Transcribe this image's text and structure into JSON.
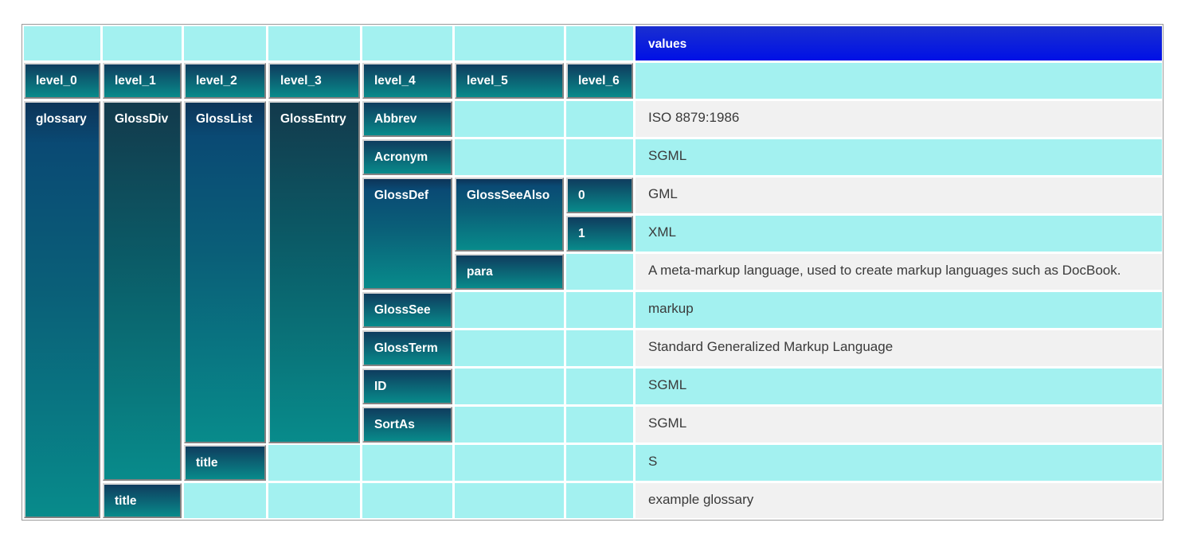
{
  "header": {
    "values_label": "values",
    "levels": [
      "level_0",
      "level_1",
      "level_2",
      "level_3",
      "level_4",
      "level_5",
      "level_6"
    ]
  },
  "keys": {
    "glossary": "glossary",
    "gloss_div": "GlossDiv",
    "gloss_list": "GlossList",
    "gloss_entry": "GlossEntry",
    "abbrev": "Abbrev",
    "acronym": "Acronym",
    "gloss_def": "GlossDef",
    "gloss_see_also": "GlossSeeAlso",
    "idx_0": "0",
    "idx_1": "1",
    "para": "para",
    "gloss_see": "GlossSee",
    "gloss_term": "GlossTerm",
    "id": "ID",
    "sort_as": "SortAs",
    "div_title": "title",
    "glossary_title": "title"
  },
  "values": [
    "ISO 8879:1986",
    "SGML",
    "GML",
    "XML",
    "A meta-markup language, used to create markup languages such as DocBook.",
    "markup",
    "Standard Generalized Markup Language",
    "SGML",
    "SGML",
    "S",
    "example glossary"
  ],
  "colors": {
    "blank": "#a3f1f0",
    "values_header": "#0a18e0",
    "key_dark": "#0f3c5e",
    "key_teal": "#088b8b",
    "value_row_light": "#f1f1f1",
    "value_row_cyan": "#a3f1f0"
  }
}
